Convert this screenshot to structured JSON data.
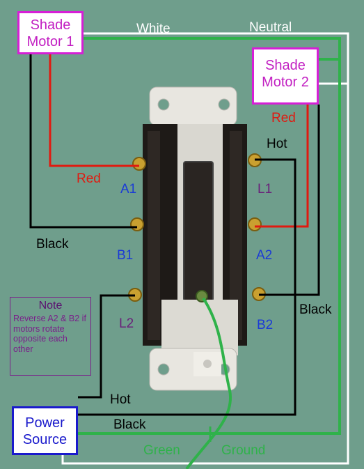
{
  "motor1": {
    "line1": "Shade",
    "line2": "Motor 1"
  },
  "motor2": {
    "line1": "Shade",
    "line2": "Motor 2"
  },
  "power": {
    "line1": "Power",
    "line2": "Source"
  },
  "labels": {
    "white": "White",
    "neutral": "Neutral",
    "red_left": "Red",
    "red_right": "Red",
    "hot_top": "Hot",
    "hot_bottom": "Hot",
    "black_left": "Black",
    "black_right": "Black",
    "black_bottom": "Black",
    "green": "Green",
    "ground": "Ground",
    "a1": "A1",
    "b1": "B1",
    "l2": "L2",
    "l1": "L1",
    "a2": "A2",
    "b2": "B2"
  },
  "note": {
    "title": "Note",
    "body": "Reverse A2 & B2 if motors rotate opposite each other"
  },
  "colors": {
    "background": "#6f9e8c",
    "white_wire": "#ffffff",
    "green_wire": "#2fb24a",
    "red_wire": "#e01a10",
    "black_wire": "#000000",
    "motor_box": "#d61fd6",
    "power_box": "#1a1acc",
    "terminal_blue": "#1a3ad6",
    "terminal_purple": "#6a1f7a"
  }
}
